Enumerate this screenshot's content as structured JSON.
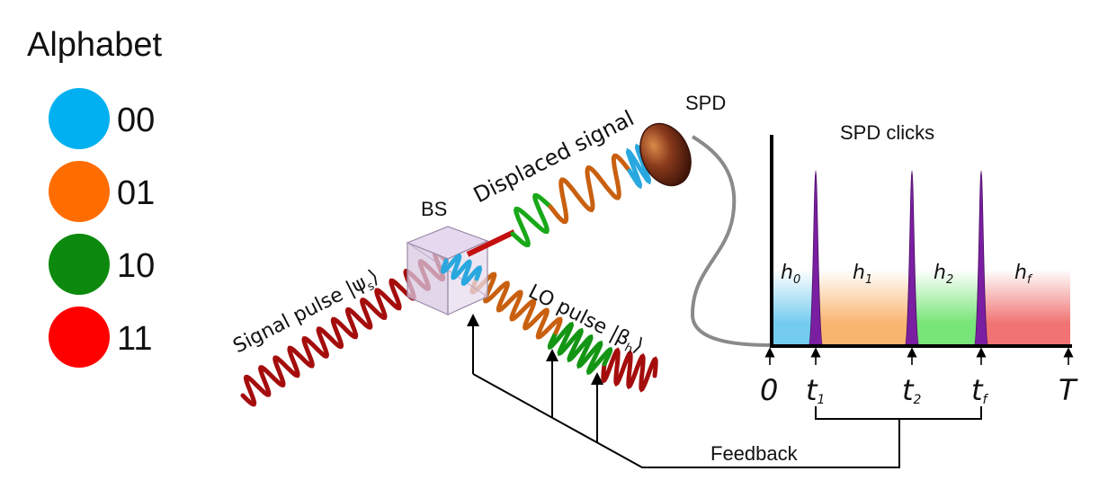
{
  "legend": {
    "title": "Alphabet",
    "items": [
      {
        "code": "00",
        "color": "#00b0f0"
      },
      {
        "code": "01",
        "color": "#ff6d00"
      },
      {
        "code": "10",
        "color": "#0d8a0d"
      },
      {
        "code": "11",
        "color": "#ff0000"
      }
    ]
  },
  "labels": {
    "bs": "BS",
    "spd": "SPD",
    "displaced": "Displaced signal",
    "signal_pulse": "Signal pulse |ψ",
    "signal_pulse_sub": "s",
    "lo_pulse": "LO pulse |β",
    "lo_pulse_sub": "h",
    "ket_close": "⟩",
    "feedback": "Feedback"
  },
  "clicks_panel": {
    "title": "SPD clicks",
    "regions": [
      {
        "base": "h",
        "sub": "0",
        "color": "#5bc2ec"
      },
      {
        "base": "h",
        "sub": "1",
        "color": "#f7a856"
      },
      {
        "base": "h",
        "sub": "2",
        "color": "#5fe05f"
      },
      {
        "base": "h",
        "sub": "f",
        "color": "#ee5a5a"
      }
    ],
    "ticks": [
      {
        "base": "0",
        "sub": ""
      },
      {
        "base": "t",
        "sub": "1"
      },
      {
        "base": "t",
        "sub": "2"
      },
      {
        "base": "t",
        "sub": "f"
      },
      {
        "base": "T",
        "sub": ""
      }
    ],
    "peak_color": "#7b1fa2"
  },
  "pulse_colors": {
    "signal": "#a50d0d",
    "lo_orange": "#c9600f",
    "lo_green": "#149614",
    "cyan": "#29a8df",
    "disp_green": "#18a818",
    "disp_orange": "#c9600f"
  }
}
